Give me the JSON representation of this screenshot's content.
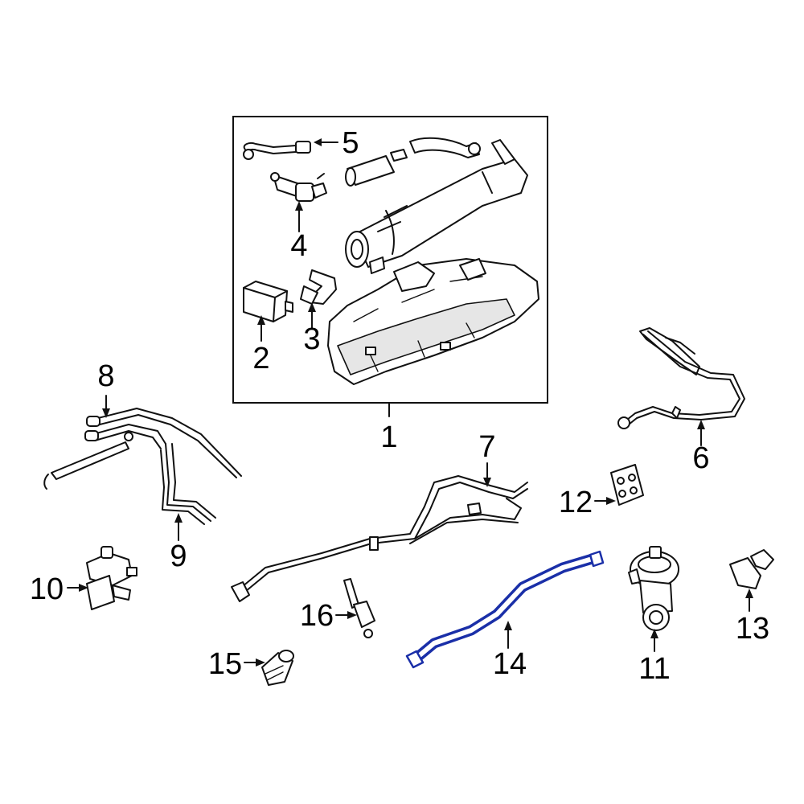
{
  "callouts": {
    "c1": "1",
    "c2": "2",
    "c3": "3",
    "c4": "4",
    "c5": "5",
    "c6": "6",
    "c7": "7",
    "c8": "8",
    "c9": "9",
    "c10": "10",
    "c11": "11",
    "c12": "12",
    "c13": "13",
    "c14": "14",
    "c15": "15",
    "c16": "16"
  },
  "highlight": {
    "part": "14",
    "color": "#1a2fa8"
  }
}
